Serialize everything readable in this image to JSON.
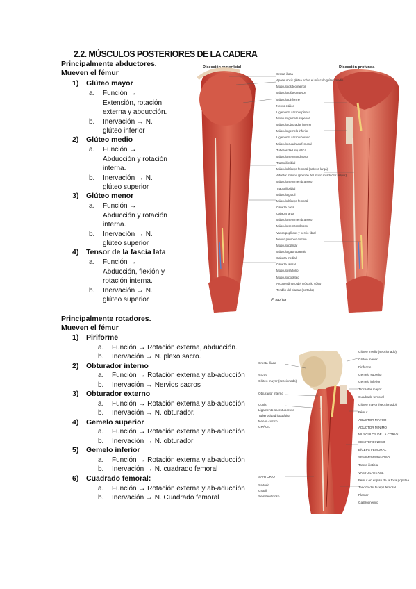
{
  "title": "2.2. MÚSCULOS POSTERIORES DE LA CADERA",
  "abductors": {
    "heading1": "Principalmente abductores.",
    "heading2": "Mueven el fémur",
    "muscles": [
      {
        "num": "1)",
        "name": "Glúteo mayor",
        "a_letter": "a.",
        "a_lines": [
          "Función →",
          "Extensión, rotación",
          "externa y abducción."
        ],
        "b_letter": "b.",
        "b_lines": [
          "Inervación → N.",
          "glúteo inferior"
        ]
      },
      {
        "num": "2)",
        "name": "Glúteo medio",
        "a_letter": "a.",
        "a_lines": [
          "Función →",
          "Abducción y rotación",
          "interna."
        ],
        "b_letter": "b.",
        "b_lines": [
          "Inervación → N.",
          "glúteo superior"
        ]
      },
      {
        "num": "3)",
        "name": "Glúteo menor",
        "a_letter": "a.",
        "a_lines": [
          "Función →",
          "Abducción y rotación",
          "interna."
        ],
        "b_letter": "b.",
        "b_lines": [
          "Inervación → N.",
          "glúteo superior"
        ]
      },
      {
        "num": "4)",
        "name": "Tensor de la fascia lata",
        "a_letter": "a.",
        "a_lines": [
          "Función →",
          "Abducción, flexión y",
          "rotación interna."
        ],
        "b_letter": "b.",
        "b_lines": [
          "Inervación → N.",
          "glúteo superior"
        ]
      }
    ]
  },
  "rotators": {
    "heading1": "Principalmente rotadores.",
    "heading2": "Mueven el fémur",
    "muscles": [
      {
        "num": "1)",
        "name": "Piriforme",
        "a_letter": "a.",
        "a_text": "Función → Rotación externa, abducción.",
        "b_letter": "b.",
        "b_text": "Inervación → N. plexo sacro."
      },
      {
        "num": "2)",
        "name": "Obturador interno",
        "a_letter": "a.",
        "a_text": "Función → Rotación externa y ab-aducción",
        "b_letter": "b.",
        "b_text": "Inervación → Nervios sacros"
      },
      {
        "num": "3)",
        "name": "Obturador externo",
        "a_letter": "a.",
        "a_text": "Función → Rotación externa y ab-aducción",
        "b_letter": "b.",
        "b_text": "Inervación → N. obturador."
      },
      {
        "num": "4)",
        "name": "Gemelo superior",
        "a_letter": "a.",
        "a_text": "Función → Rotación externa y ab-aducción",
        "b_letter": "b.",
        "b_text": "Inervación → N. obturador"
      },
      {
        "num": "5)",
        "name": "Gemelo inferior",
        "a_letter": "a.",
        "a_text": "Función → Rotación externa y ab-aducción",
        "b_letter": "b.",
        "b_text": "Inervación → N. cuadrado femoral"
      },
      {
        "num": "6)",
        "name": "Cuadrado femoral:",
        "a_letter": "a.",
        "a_text": "Función → Rotación externa y ab-aducción",
        "b_letter": "b.",
        "b_text": "Inervación → N. Cuadrado femoral"
      }
    ]
  },
  "figure1": {
    "left_header": "Disección superficial",
    "right_header": "Disección profunda",
    "labels": [
      "Cresta ilíaca",
      "Aponeurosis glútea sobre el músculo glúteo medio",
      "Músculo glúteo menor",
      "Músculo glúteo mayor",
      "Músculo piriforme",
      "Nervio ciático",
      "Ligamento sacroespinoso",
      "Músculo gemelo superior",
      "Músculo obturador interno",
      "Músculo gemelo inferior",
      "Ligamento sacrotuberoso",
      "Músculo cuadrado femoral",
      "Tuberosidad isquiática",
      "Músculo semitendinoso",
      "Tracto iliotibial",
      "Músculo bíceps femoral (cabeza larga)",
      "Aductor mínimo (porción del músculo aductor mayor)",
      "Músculo semimembranoso",
      "Tracto iliotibial",
      "Músculo grácil",
      "Músculo bíceps femoral",
      "Cabeza corta",
      "Cabeza larga",
      "Músculo semimembranoso",
      "Músculo semitendinoso",
      "Vasos poplíteos y nervio tibial",
      "Nervio peroneo común",
      "Músculo plantar",
      "Músculo gastrocnemio",
      "Cabeza medial",
      "Cabeza lateral",
      "Músculo sartorio",
      "Músculo poplíteo",
      "Arco tendinoso del músculo sóleo",
      "Tendón del plantar (cortado)"
    ],
    "signature": "F. Netter"
  },
  "figure2": {
    "left_labels": [
      "Cresta ilíaca",
      "Sacro",
      "Glúteo mayor (seccionado)",
      "Obturador interno",
      "Coxis",
      "Ligamento sacrotuberoso",
      "Tuberosidad isquiática",
      "Nervio ciático",
      "GRÁCIL",
      "SARTORIO",
      "Sartorio",
      "Grácil",
      "Semitendinoso"
    ],
    "right_labels": [
      "Glúteo medio (seccionado)",
      "Glúteo menor",
      "Piriforme",
      "Gemelo superior",
      "Gemelo inferior",
      "Trocánter mayor",
      "Cuadrado femoral",
      "Glúteo mayor (seccionado)",
      "Fémur",
      "ADUCTOR MAYOR",
      "ADUCTOR MÍNIMO",
      "MÚSCULOS DE LA CORVA:",
      "SEMITENDINOSO",
      "BÍCEPS FEMORAL",
      "SEMIMEMBRANOSO",
      "Tracto iliotibial",
      "VASTO LATERAL",
      "Fémur en el piso de la fosa poplítea",
      "Tendón del bíceps femoral",
      "Plantar",
      "Gastrocnemio"
    ]
  }
}
